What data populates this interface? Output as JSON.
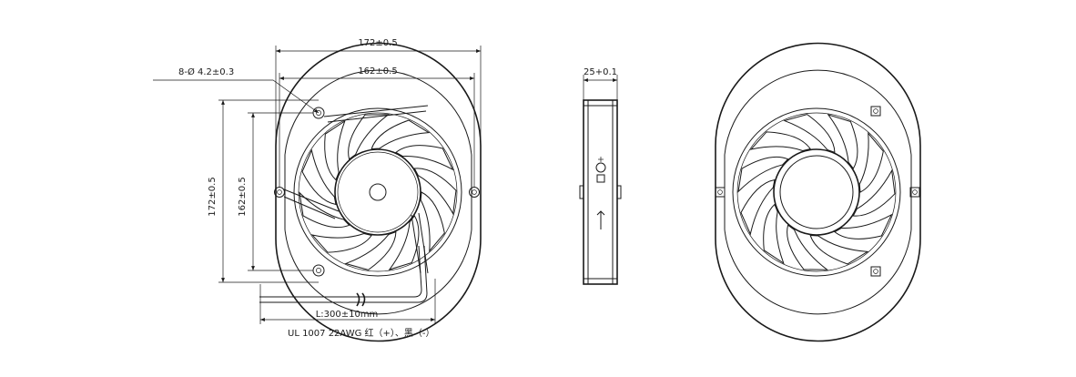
{
  "front_view": {
    "overall_width_dim": "172±0.5",
    "hole_pitch_width_dim": "162±0.5",
    "overall_height_dim": "172±0.5",
    "hole_pitch_height_dim": "162±0.5",
    "mount_hole_dim": "8-Ø 4.2±0.3",
    "lead_length_dim": "L:300±10mm",
    "lead_spec": "UL 1007 22AWG 红（+）、黑（-）"
  },
  "side_view": {
    "thickness_dim": "25+0.1"
  },
  "colors": {
    "line": "#1a1a1a",
    "background": "#ffffff"
  }
}
